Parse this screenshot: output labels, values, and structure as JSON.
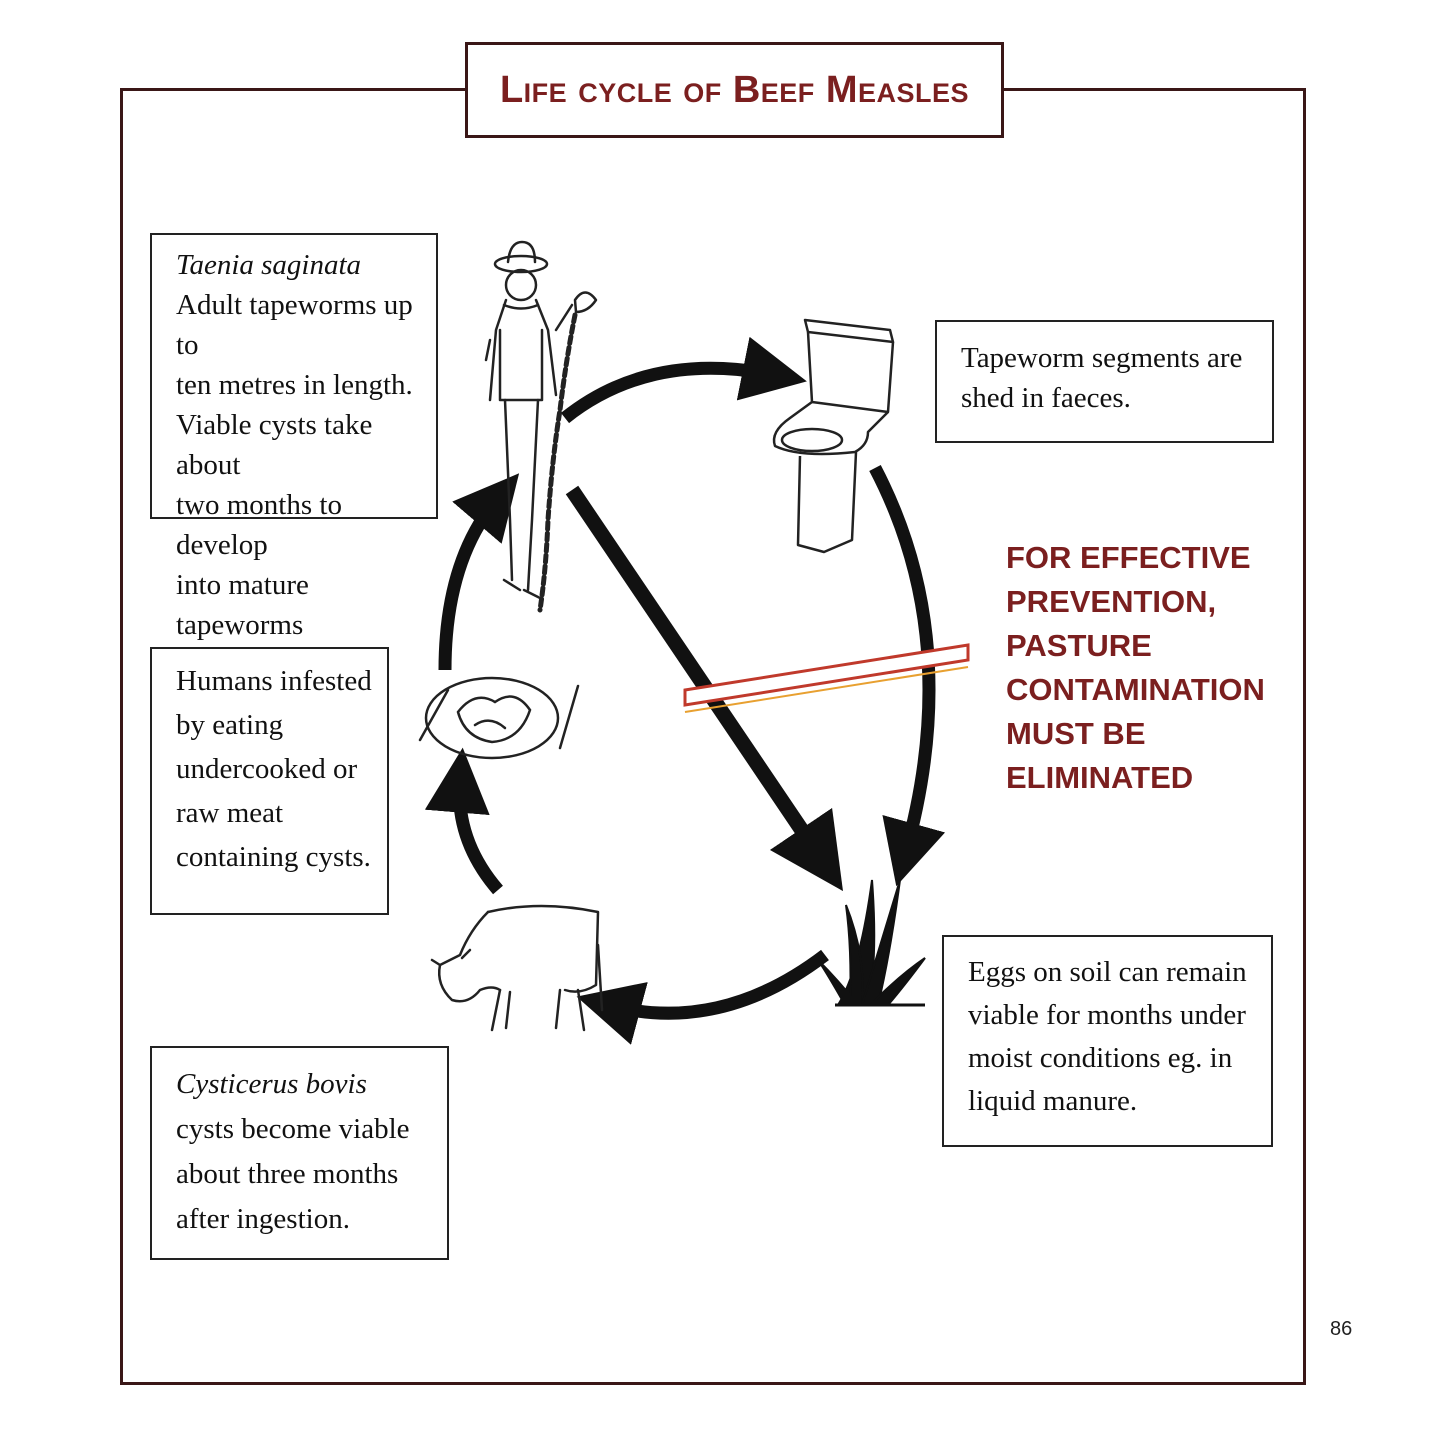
{
  "title": "Life cycle of Beef Measles",
  "boxes": {
    "taenia": {
      "species": "Taenia saginata",
      "lines": [
        "Adult tapeworms up to",
        "ten metres in length.",
        "Viable cysts take about",
        "two months to develop",
        "into mature tapeworms"
      ]
    },
    "segments": {
      "lines": [
        "Tapeworm segments are",
        "shed in faeces."
      ]
    },
    "humans": {
      "lines": [
        "Humans infested",
        "by eating",
        "undercooked or",
        "raw meat",
        "containing cysts."
      ]
    },
    "cysticercus": {
      "species": "Cysticerus bovis",
      "lines": [
        "cysts become viable",
        "about three months",
        "after ingestion."
      ]
    },
    "eggs": {
      "lines": [
        "Eggs on soil can remain",
        "viable for months under",
        "moist conditions eg. in",
        "liquid manure."
      ]
    }
  },
  "warning": {
    "lines": [
      "FOR EFFECTIVE",
      "PREVENTION,",
      "PASTURE",
      "CONTAMINATION",
      "MUST BE",
      "ELIMINATED"
    ],
    "color": "#7b1f1f"
  },
  "page_number": "86",
  "colors": {
    "frame": "#3a1717",
    "title": "#7b1f1f",
    "arrow": "#111111",
    "barrier": "#c0392b"
  },
  "icons": [
    "man-with-tapeworm-icon",
    "toilet-icon",
    "grass-icon",
    "cow-icon",
    "meal-plate-icon"
  ]
}
